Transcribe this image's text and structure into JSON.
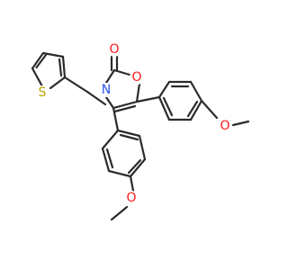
{
  "molecule": {
    "atoms": {
      "S": {
        "label": "S",
        "color": "#b9a100"
      },
      "N": {
        "label": "N",
        "color": "#2e56e6"
      },
      "O_carbonyl": {
        "label": "O",
        "color": "#ff1a1a"
      },
      "O_ring": {
        "label": "O",
        "color": "#ff1a1a"
      },
      "O_methoxy_1": {
        "label": "O",
        "color": "#ff1a1a"
      },
      "O_methoxy_2": {
        "label": "O",
        "color": "#ff1a1a"
      }
    },
    "bond_color": "#2b2b2b",
    "background": "#ffffff"
  }
}
